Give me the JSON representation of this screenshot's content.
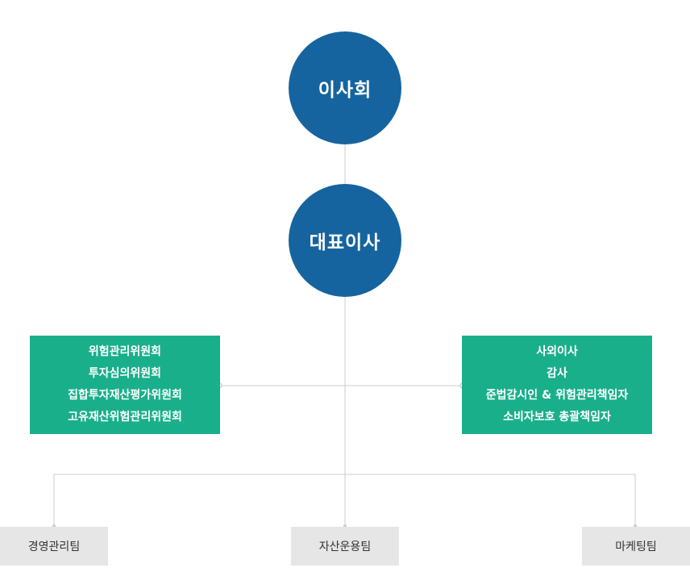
{
  "board": {
    "label": "이사회"
  },
  "ceo": {
    "label": "대표이사"
  },
  "committees": {
    "items": [
      "위험관리위원회",
      "투자심의위원회",
      "집합투자재산평가위원회",
      "고유재산위험관리위원회"
    ]
  },
  "oversight": {
    "items": [
      "사외이사",
      "감사",
      "준법감시인 & 위험관리책임자",
      "소비자보호 총괄책임자"
    ]
  },
  "teams": {
    "management": "경영관리팀",
    "asset": "자산운용팀",
    "marketing": "마케팅팀"
  },
  "colors": {
    "circle": "#16649f",
    "green": "#1aaf8b",
    "team": "#e6e6e6",
    "line": "#cccccc"
  }
}
